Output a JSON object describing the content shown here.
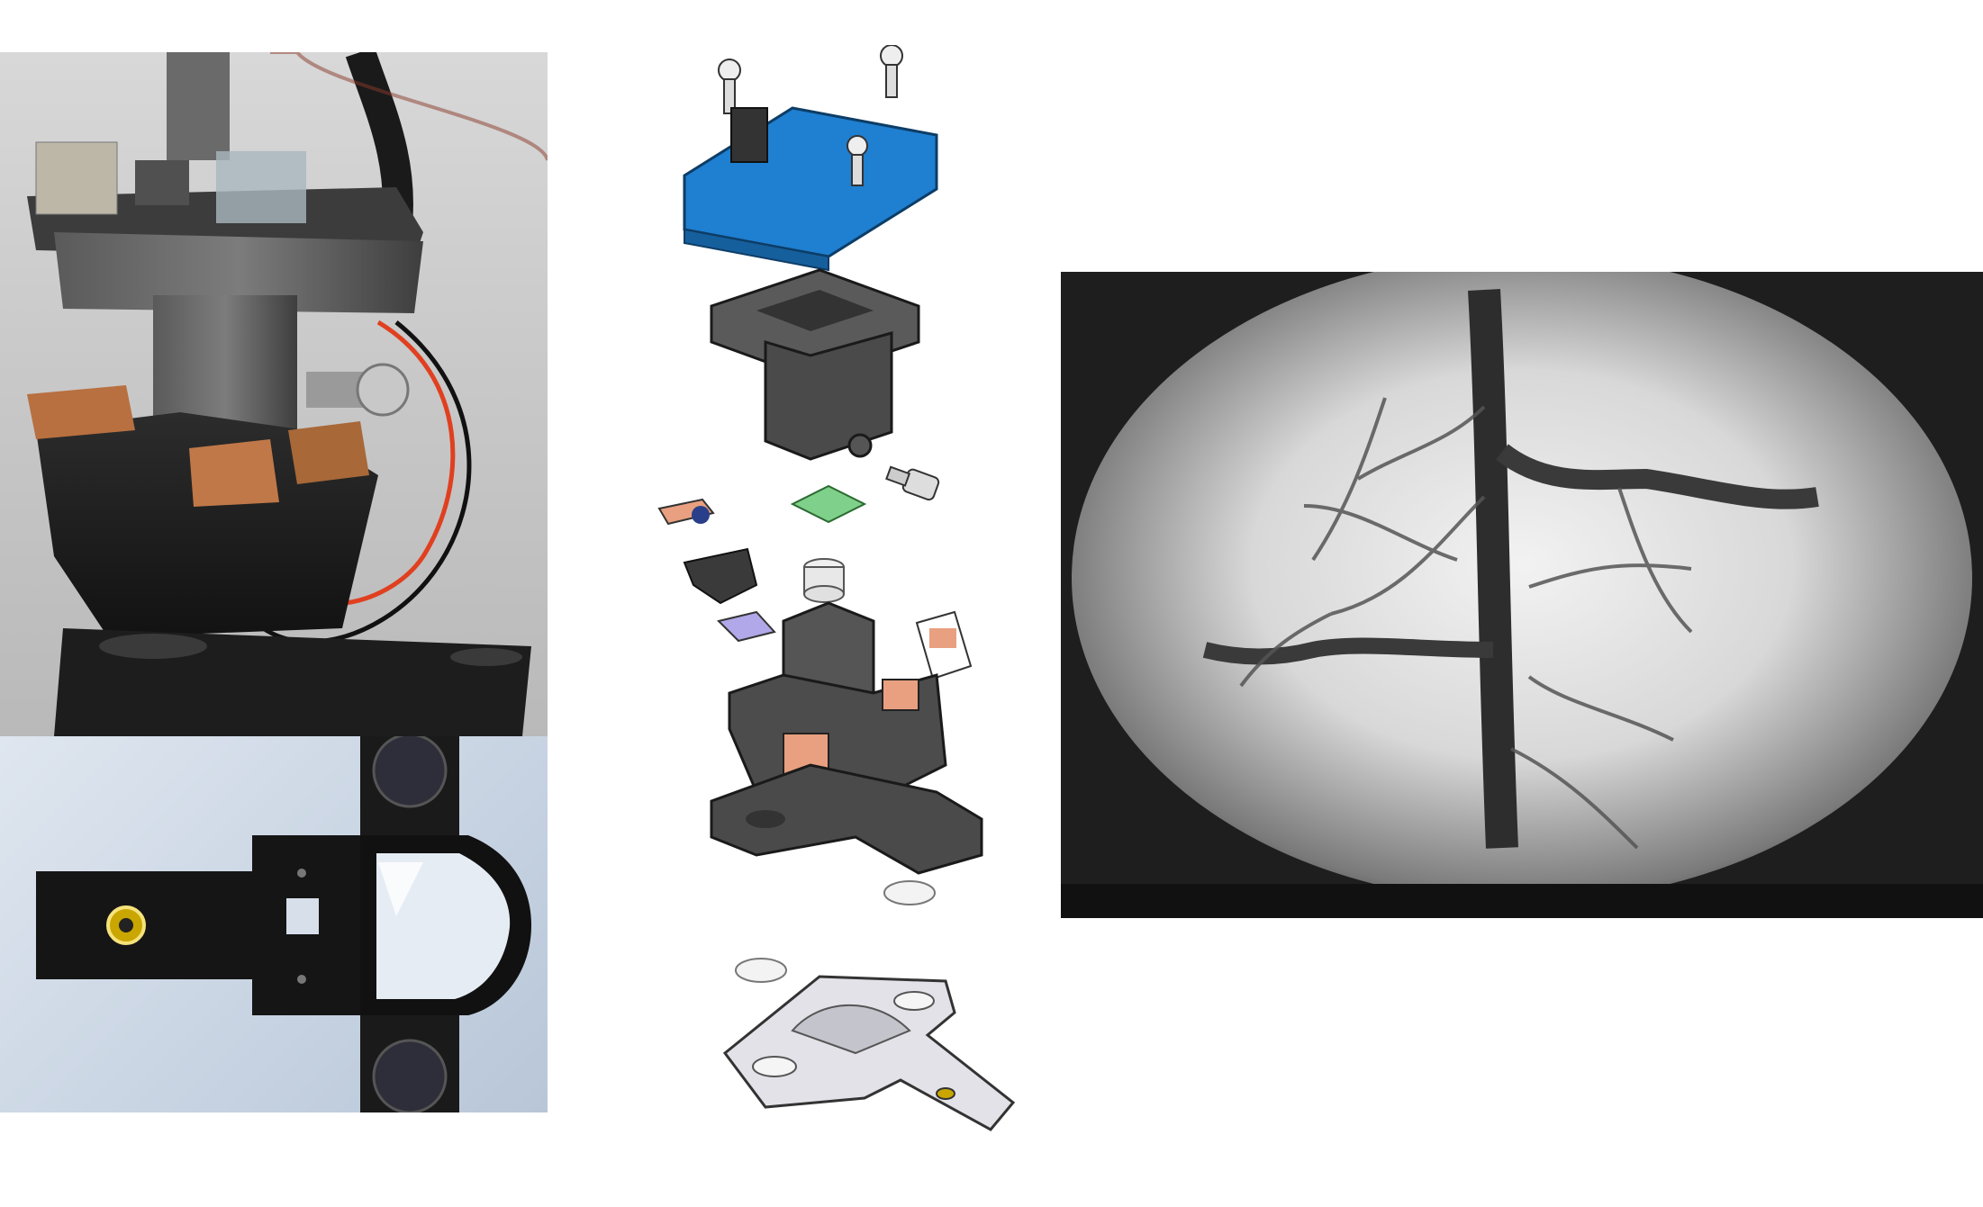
{
  "figure": {
    "panels": [
      {
        "name": "device-photo",
        "icon": "miniscope-device-photo"
      },
      {
        "name": "baseplate-photo",
        "icon": "baseplate-photo"
      },
      {
        "name": "exploded-cad-view",
        "icon": "exploded-assembly-drawing"
      },
      {
        "name": "brain-vasculature-image",
        "icon": "widefield-brain-image"
      }
    ],
    "colors": {
      "pcb_blue": "#1f7fd0",
      "housing_dark": "#4a4a4a",
      "filter_green": "#7fd08a",
      "led_orange": "#e8a080",
      "copper": "#b87040"
    }
  }
}
